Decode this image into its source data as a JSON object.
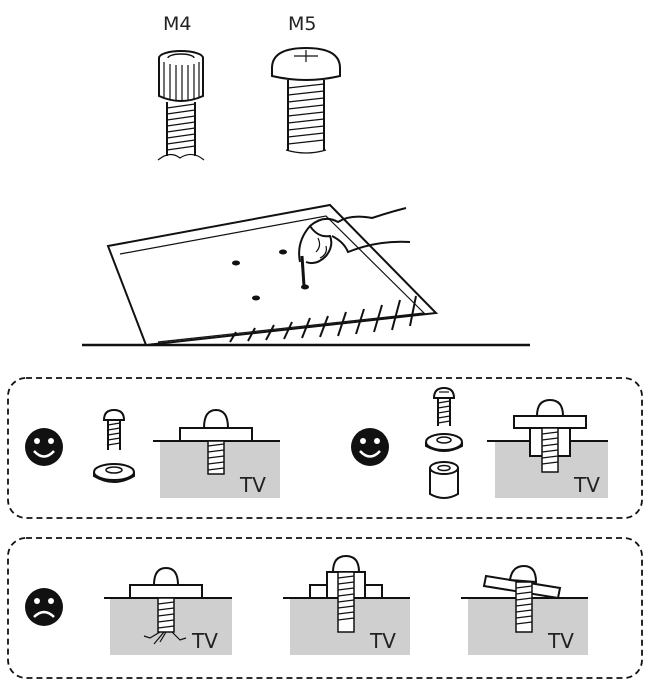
{
  "screws": {
    "m4_label": "M4",
    "m5_label": "M5"
  },
  "good_panel": {
    "smile_icon_name": "smiley-face-icon",
    "left_tv_label": "TV",
    "right_tv_label": "TV"
  },
  "bad_panel": {
    "sad_icon_name": "sad-face-icon",
    "tv1_label": "TV",
    "tv2_label": "TV",
    "tv3_label": "TV"
  },
  "colors": {
    "tv_fill": "#cfcfcf",
    "line": "#111111"
  }
}
